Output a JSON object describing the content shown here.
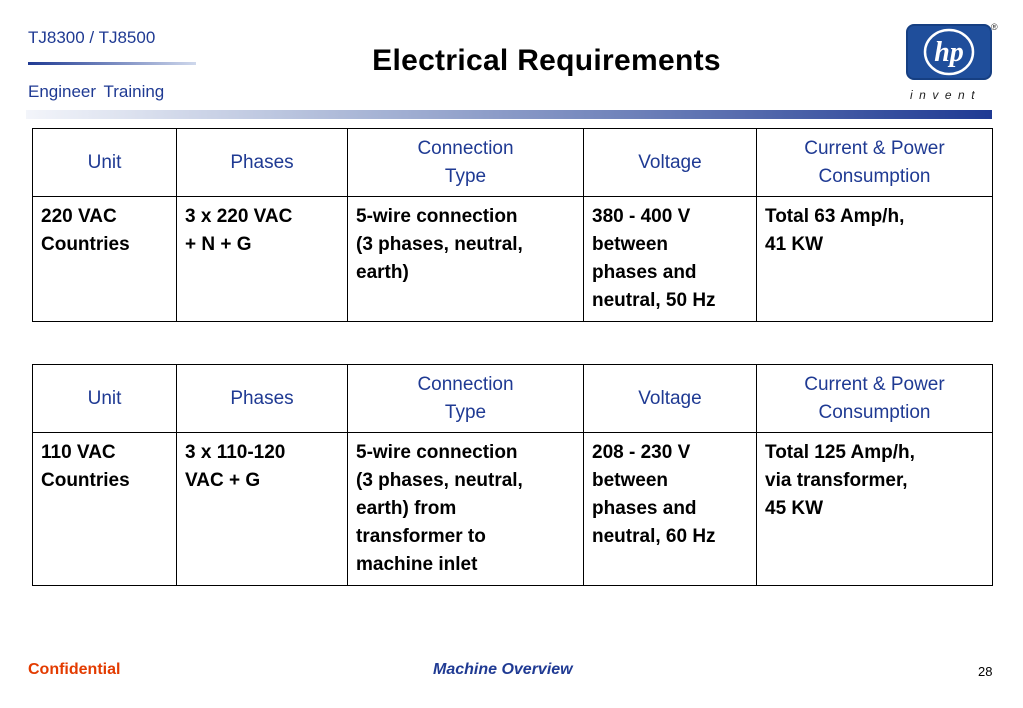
{
  "header": {
    "product": "TJ8300 / TJ8500",
    "subtitle": "Engineer  Training",
    "title": "Electrical Requirements"
  },
  "logo": {
    "brand": "hp",
    "registered": "®",
    "tagline": "invent",
    "icon": "hp-logo-icon",
    "color": "#1f4e9b"
  },
  "tables": [
    {
      "headers": [
        "Unit",
        "Phases",
        "Connection\nType",
        "Voltage",
        "Current  & Power\nConsumption"
      ],
      "row": [
        "220 VAC\nCountries",
        "3 x 220 VAC\n+ N + G",
        "5-wire connection\n(3 phases, neutral,\nearth)",
        "380 - 400 V\nbetween\nphases and\nneutral, 50 Hz",
        "Total 63 Amp/h,\n41 KW"
      ]
    },
    {
      "headers": [
        "Unit",
        "Phases",
        "Connection\nType",
        "Voltage",
        "Current  & Power\nConsumption"
      ],
      "row": [
        "110 VAC\nCountries",
        "3 x 110-120\nVAC + G",
        "5-wire connection\n(3 phases, neutral,\nearth) from\ntransformer to\nmachine inlet",
        "208 - 230 V\nbetween\nphases and\nneutral, 60 Hz",
        "Total 125 Amp/h,\nvia transformer,\n45 KW"
      ]
    }
  ],
  "footer": {
    "confidential": "Confidential",
    "section": "Machine Overview",
    "page": "28"
  },
  "colors": {
    "header_blue": "#1f3a93",
    "confidential_orange": "#e33b00"
  }
}
